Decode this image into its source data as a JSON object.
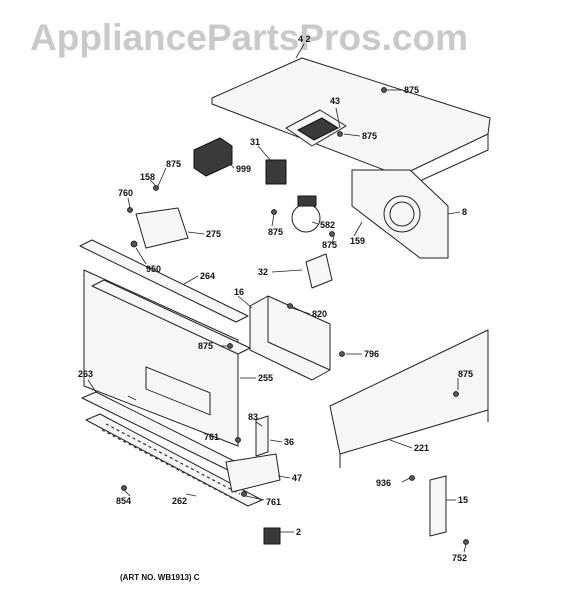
{
  "watermark": "AppliancePartsPros.com",
  "art_number": "(ART NO. WB1913) C",
  "callouts": [
    "4 2",
    "43",
    "875",
    "875",
    "31",
    "999",
    "875",
    "158",
    "760",
    "275",
    "582",
    "875",
    "875",
    "159",
    "8",
    "950",
    "264",
    "32",
    "820",
    "16",
    "875",
    "255",
    "796",
    "263",
    "875",
    "83",
    "761",
    "36",
    "221",
    "47",
    "854",
    "262",
    "761",
    "936",
    "15",
    "2",
    "752"
  ]
}
